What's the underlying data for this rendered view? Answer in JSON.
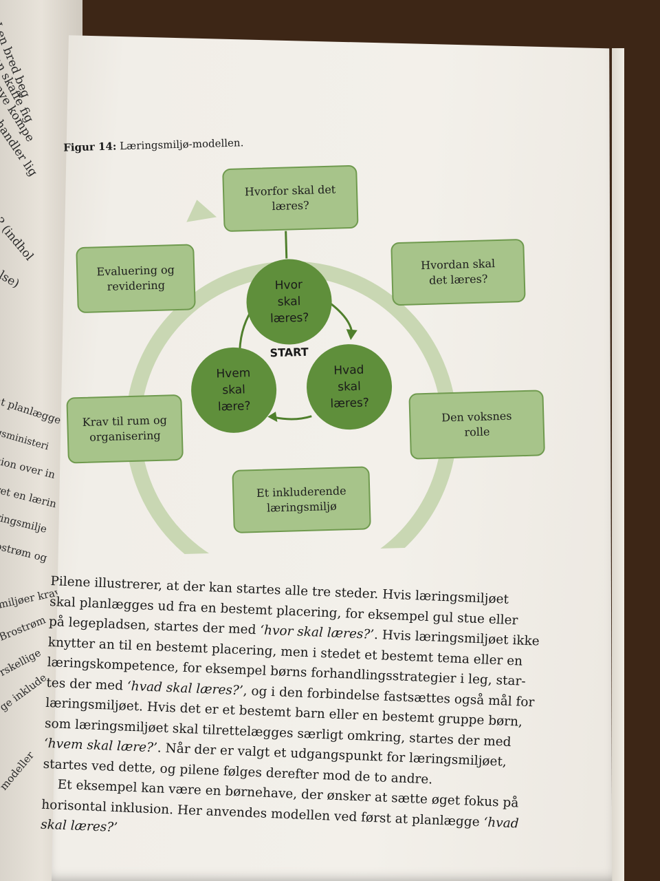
{
  "left_page": {
    "fragments": [
      "I en bred beg",
      "kan skaffe fig",
      "f nye kompe",
      "r handler lig",
      "v? (indhol",
      "else)",
      "at planlægge",
      "gsministeri",
      "sion over in",
      "ret en lærin",
      "ringsmilje",
      "ostrøm og",
      "miljøer krav",
      "Brostrøm",
      "rskellige",
      "ge inklude",
      "modeller"
    ]
  },
  "figure": {
    "caption_label": "Figur 14:",
    "caption_text": "Læringsmiljø-modellen.",
    "outer_boxes": {
      "hvorfor": [
        "Hvorfor skal det",
        "læres?"
      ],
      "hvordan": [
        "Hvordan skal",
        "det læres?"
      ],
      "voksne": [
        "Den voksnes",
        "rolle"
      ],
      "inkluderende": [
        "Et inkluderende",
        "læringsmiljø"
      ],
      "krav": [
        "Krav til rum og",
        "organisering"
      ],
      "evaluering": [
        "Evaluering og",
        "revidering"
      ]
    },
    "inner_circles": {
      "hvor": [
        "Hvor",
        "skal",
        "læres?"
      ],
      "hvad": [
        "Hvad",
        "skal",
        "læres?"
      ],
      "hvem": [
        "Hvem",
        "skal",
        "lære?"
      ]
    },
    "start_label": "START",
    "colors": {
      "box_fill": "#a7c48a",
      "box_border": "#6f9a4e",
      "circle_fill": "#5f8f3b",
      "ring": "#c9d7b3",
      "arrow": "#4f7f2c"
    }
  },
  "body": {
    "p1": [
      "Pilene illustrerer, at der kan startes alle tre steder. Hvis læringsmiljøet",
      "skal planlægges ud fra en bestemt placering, for eksempel gul stue eller",
      "på legepladsen, startes der med ",
      "‘hvor skal læres?’",
      ". Hvis læringsmiljøet ikke",
      "knytter an til en bestemt placering, men i stedet et bestemt tema eller en",
      "læringskompetence, for eksempel børns forhandlingsstrategier i leg, star-",
      "tes der med ",
      "‘hvad skal læres?’",
      ", og i den forbindelse fastsættes også mål for",
      "læringsmiljøet. Hvis det er et bestemt barn eller en bestemt gruppe børn,",
      "som læringsmiljøet skal tilrettelægges særligt omkring, startes der med",
      "‘hvem skal lære?’",
      ". Når der er valgt et udgangspunkt for læringsmiljøet,",
      "startes ved dette, og pilene følges derefter mod de to andre."
    ],
    "p2": [
      "Et eksempel kan være en børnehave, der ønsker at sætte øget fokus på",
      "horisontal inklusion. Her anvendes modellen ved først at planlægge ",
      "‘hvad",
      "skal læres?’"
    ]
  }
}
